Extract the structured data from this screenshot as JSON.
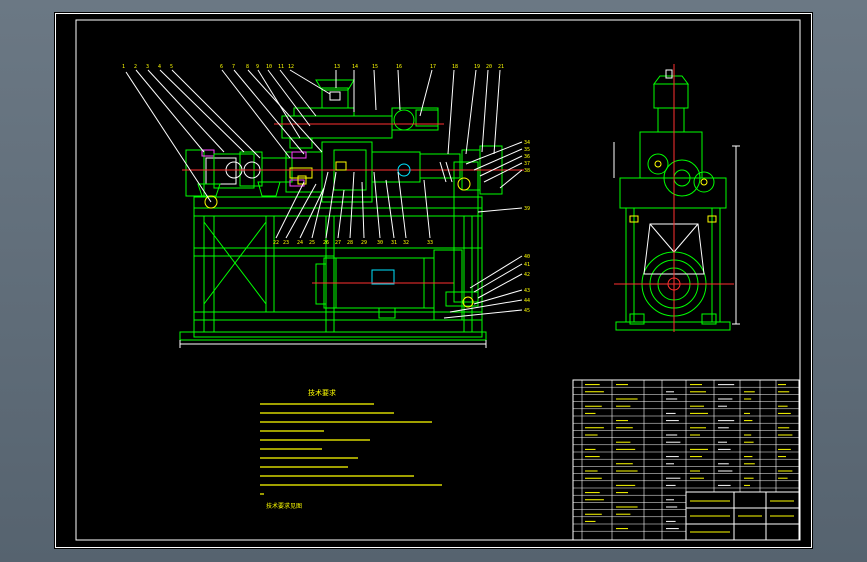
{
  "drawing": {
    "background": "#000000",
    "colors": {
      "outline": "#00ff00",
      "leader": "#ffffff",
      "text": "#ffff00",
      "cyan": "#00e5ff",
      "center": "#ff3030",
      "magenta": "#ff40ff"
    },
    "notes_title": "技术要求",
    "balloon_labels_top": [
      "1",
      "2",
      "3",
      "4",
      "5",
      "6",
      "7",
      "8",
      "9",
      "10",
      "11",
      "12",
      "13",
      "14",
      "15",
      "16",
      "17",
      "18",
      "19",
      "20",
      "21"
    ],
    "balloon_labels_bottom": [
      "22",
      "23",
      "24",
      "25",
      "26",
      "27",
      "28",
      "29",
      "30",
      "31",
      "32",
      "33"
    ],
    "balloon_labels_right": [
      "34",
      "35",
      "36",
      "37",
      "38",
      "39",
      "40",
      "41",
      "42",
      "43",
      "44",
      "45"
    ],
    "notes_signature": "技术要求见图"
  }
}
